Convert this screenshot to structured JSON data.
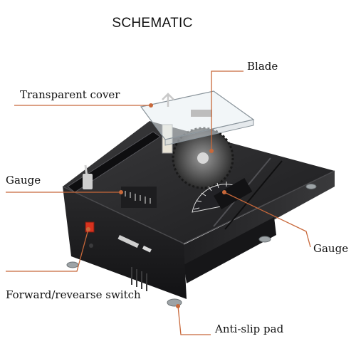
{
  "title": "SCHEMATIC",
  "labels": {
    "blade": "Blade",
    "transparent_cover": "Transparent cover",
    "gauge_left": "Gauge",
    "gauge_right": "Gauge",
    "switch": "Forward/revearse switch",
    "anti_slip_pad": "Anti-slip pad"
  },
  "colors": {
    "callout": "#c8683a",
    "machine_body": "#1b1b1d",
    "machine_top": "#2a2a2c",
    "switch_red": "#d8321e"
  }
}
